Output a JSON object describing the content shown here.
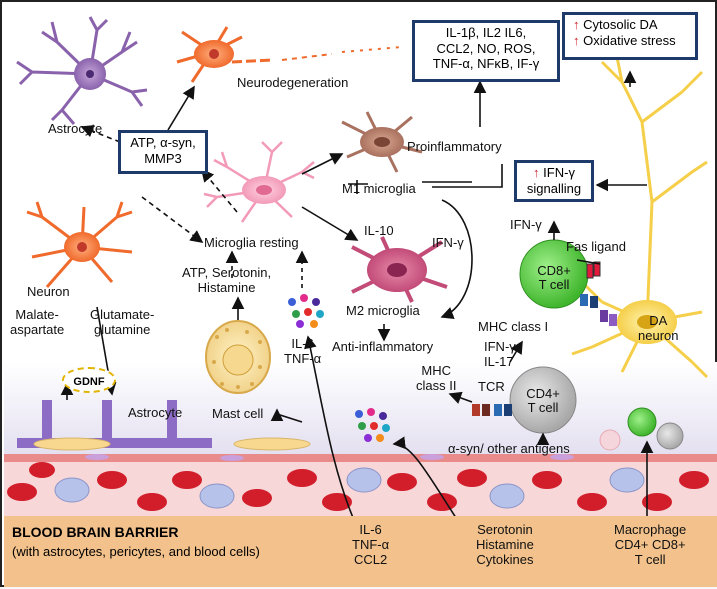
{
  "labels": {
    "neurodegeneration": "Neurodegeneration",
    "astrocyte_top": "Astrocyte",
    "proinflammatory": "Proinflammatory",
    "m1_microglia": "M1 microglia",
    "il10": "IL-10",
    "ifn_gamma_mid": "IFN-γ",
    "microglia_resting": "Microglia resting",
    "neuron": "Neuron",
    "malate_aspartate": "Malate-\naspartate",
    "glutamate_glutamine": "Glutamate-\nglutamine",
    "atp_serotonin_histamine": "ATP, Serotonin,\nHistamine",
    "il6_tnfa_left": "IL-6\nTNF-α",
    "m2_microglia": "M2 microglia",
    "anti_inflammatory": "Anti-inflammatory",
    "ifn_gamma_cd8": "IFN-γ",
    "fas_ligand": "Fas ligand",
    "cd8_cell": "CD8+\nT cell",
    "da_neuron": "DA\nneuron",
    "mhc_class_i": "MHC class I",
    "ifn_gamma_il17": "IFN-γ\nIL-17",
    "mhc_class_ii": "MHC\nclass II",
    "tcr": "TCR",
    "cd4_cell": "CD4+\nT cell",
    "alpha_syn_antigens": "α-syn/ other antigens",
    "gdnf": "GDNF",
    "astrocyte_bottom": "Astrocyte",
    "mast_cell": "Mast cell"
  },
  "boxes": {
    "cytokines": "IL-1β, IL2  IL6,\nCCL2, NO, ROS,\nTNF-α, NFκB, IF-γ",
    "cytosolic_da": "Cytosolic DA",
    "oxidative_stress": "Oxidative stress",
    "atp_box": "ATP, α-syn,\nMMP3",
    "ifn_signalling_line1": "IFN-γ",
    "ifn_signalling_line2": "signalling"
  },
  "barrier": {
    "title": "BLOOD BRAIN BARRIER",
    "subtitle": "(with astrocytes, pericytes, and blood cells)",
    "col1": "IL-6\nTNF-α\nCCL2",
    "col2": "Serotonin\nHistamine\nCytokines",
    "col3": "Macrophage\nCD4+ CD8+\nT cell"
  },
  "colors": {
    "box_border": "#1d3a6b",
    "up_arrow": "#d0212e",
    "bbb_band": "#f3c28c",
    "rbc": "#d21e2b"
  }
}
